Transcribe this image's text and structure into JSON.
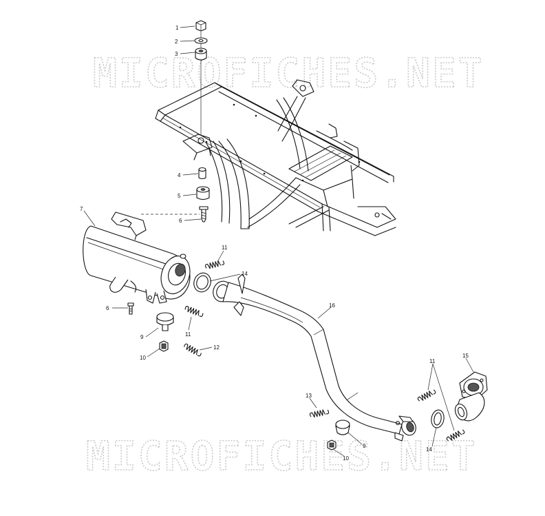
{
  "watermark": {
    "text": "MICROFICHES.NET",
    "color": "#c9c9c9"
  },
  "callouts": [
    {
      "id": "c1",
      "label": "1"
    },
    {
      "id": "c2",
      "label": "2"
    },
    {
      "id": "c3",
      "label": "3"
    },
    {
      "id": "c4",
      "label": "4"
    },
    {
      "id": "c5",
      "label": "5"
    },
    {
      "id": "c6a",
      "label": "6"
    },
    {
      "id": "c7",
      "label": "7"
    },
    {
      "id": "c11a",
      "label": "11"
    },
    {
      "id": "c14a",
      "label": "14"
    },
    {
      "id": "c16",
      "label": "16"
    },
    {
      "id": "c6b",
      "label": "6"
    },
    {
      "id": "c11b",
      "label": "11"
    },
    {
      "id": "c9a",
      "label": "9"
    },
    {
      "id": "c12",
      "label": "12"
    },
    {
      "id": "c10a",
      "label": "10"
    },
    {
      "id": "c11c",
      "label": "11"
    },
    {
      "id": "c15",
      "label": "15"
    },
    {
      "id": "c13",
      "label": "13"
    },
    {
      "id": "c9b",
      "label": "9"
    },
    {
      "id": "c14b",
      "label": "14"
    },
    {
      "id": "c10b",
      "label": "10"
    }
  ]
}
